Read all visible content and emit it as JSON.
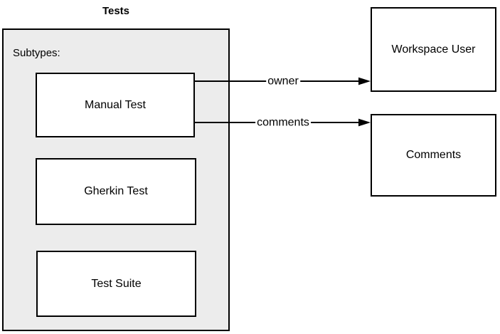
{
  "diagram": {
    "title": "Tests",
    "colors": {
      "container_fill": "#ececec",
      "node_fill": "#ffffff",
      "stroke": "#000000",
      "background": "#ffffff"
    },
    "container": {
      "label": "Subtypes:",
      "subtypes": [
        {
          "label": "Manual Test"
        },
        {
          "label": "Gherkin Test"
        },
        {
          "label": "Test Suite"
        }
      ]
    },
    "entities": [
      {
        "label": "Workspace User"
      },
      {
        "label": "Comments"
      }
    ],
    "relations": [
      {
        "label": "owner",
        "from": "Manual Test",
        "to": "Workspace User"
      },
      {
        "label": "comments",
        "from": "Manual Test",
        "to": "Comments"
      }
    ]
  }
}
